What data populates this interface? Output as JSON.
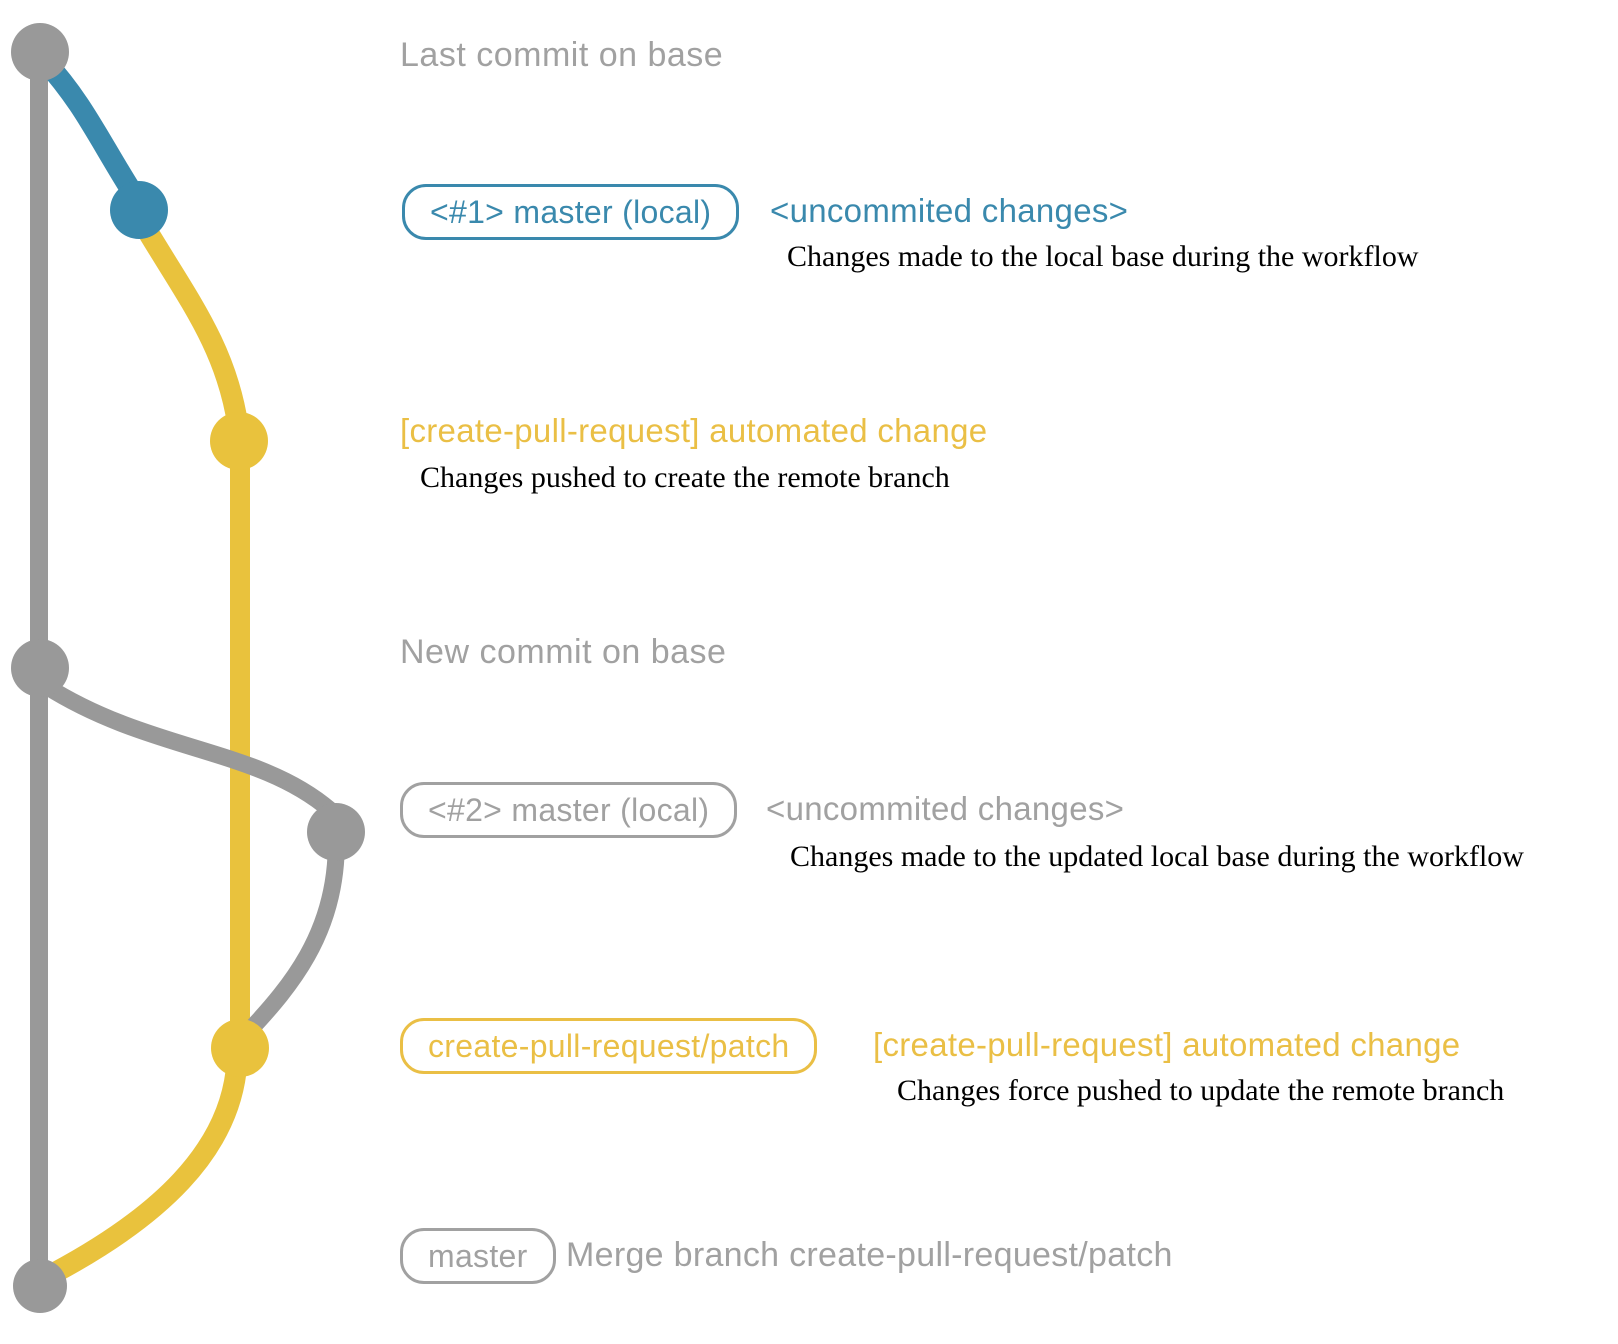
{
  "colors": {
    "background": "#ffffff",
    "gray": "#999999",
    "heading_gray": "#a1a1a1",
    "blue": "#3a89ad",
    "yellow": "#e9c23d",
    "yellow_text": "#eabf45",
    "description_text": "#000000"
  },
  "headings": {
    "last_commit": "Last commit on base",
    "new_commit": "New commit on base"
  },
  "commits": {
    "c1": {
      "badge": "<#1> master (local)",
      "message": "<uncommited changes>",
      "description": "Changes made to the local base during the workflow"
    },
    "c2": {
      "message": "[create-pull-request] automated change",
      "description": "Changes pushed to create the remote branch"
    },
    "c3": {
      "badge": "<#2> master (local)",
      "message": "<uncommited changes>",
      "description": "Changes made to the updated local base during the workflow"
    },
    "c4": {
      "badge": "create-pull-request/patch",
      "message": "[create-pull-request] automated change",
      "description": "Changes force pushed to update the remote branch"
    },
    "c5": {
      "badge": "master",
      "message": "Merge branch create-pull-request/patch"
    }
  }
}
